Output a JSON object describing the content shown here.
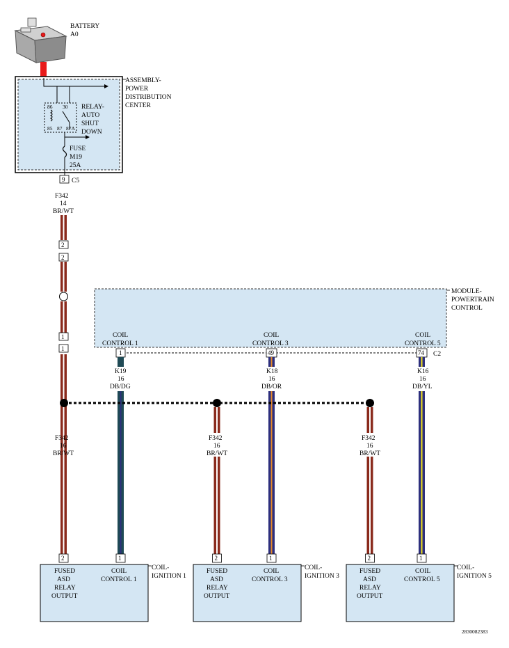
{
  "battery": {
    "name": "BATTERY",
    "id": "A0"
  },
  "pdc": {
    "name_lines": [
      "ASSEMBLY-",
      "POWER",
      "DISTRIBUTION",
      "CENTER"
    ],
    "relay_lines": [
      "RELAY-",
      "AUTO",
      "SHUT",
      "DOWN"
    ],
    "relay_pins": [
      "86",
      "30",
      "85",
      "87",
      "87A"
    ],
    "fuse_lines": [
      "FUSE",
      "M19",
      "25A"
    ],
    "connector": "C5",
    "pin": "9"
  },
  "pcm": {
    "name_lines": [
      "MODULE-",
      "POWERTRAIN",
      "CONTROL"
    ],
    "connector": "C2",
    "outputs": [
      {
        "lines": [
          "COIL",
          "CONTROL 1"
        ],
        "pin": "1"
      },
      {
        "lines": [
          "COIL",
          "CONTROL 3"
        ],
        "pin": "49"
      },
      {
        "lines": [
          "COIL",
          "CONTROL 5"
        ],
        "pin": "74"
      }
    ]
  },
  "inline_connectors": [
    "2",
    "2",
    "1",
    "1"
  ],
  "wires": {
    "feed": {
      "circuit": "F342",
      "gauge": "14",
      "color": "BR/WT"
    },
    "branch": {
      "circuit": "F342",
      "gauge": "16",
      "color": "BR/WT"
    },
    "controls": [
      {
        "circuit": "K19",
        "gauge": "16",
        "color": "DB/DG"
      },
      {
        "circuit": "K18",
        "gauge": "16",
        "color": "DB/OR"
      },
      {
        "circuit": "K16",
        "gauge": "16",
        "color": "DB/YL"
      }
    ]
  },
  "coils": [
    {
      "name_lines": [
        "COIL-",
        "IGNITION 1"
      ],
      "left_lines": [
        "FUSED",
        "ASD",
        "RELAY",
        "OUTPUT"
      ],
      "right_lines": [
        "COIL",
        "CONTROL 1"
      ],
      "pins": [
        "2",
        "1"
      ]
    },
    {
      "name_lines": [
        "COIL-",
        "IGNITION 3"
      ],
      "left_lines": [
        "FUSED",
        "ASD",
        "RELAY",
        "OUTPUT"
      ],
      "right_lines": [
        "COIL",
        "CONTROL 3"
      ],
      "pins": [
        "2",
        "1"
      ]
    },
    {
      "name_lines": [
        "COIL-",
        "IGNITION 5"
      ],
      "left_lines": [
        "FUSED",
        "ASD",
        "RELAY",
        "OUTPUT"
      ],
      "right_lines": [
        "COIL",
        "CONTROL 5"
      ],
      "pins": [
        "2",
        "1"
      ]
    }
  ],
  "wire_colors": {
    "brown": "#8a2a1c",
    "white": "#ffffff",
    "red": "#d63a35",
    "dark_blue": "#2d2f7e",
    "dark_green": "#1f4a55",
    "orange": "#e88a2a",
    "yellow": "#f2e21a",
    "module_fill": "#d4e6f3",
    "battery_post": "#e81a1a"
  },
  "doc_id": "2830082383"
}
